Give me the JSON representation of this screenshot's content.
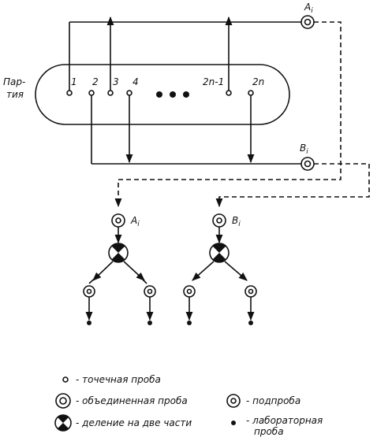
{
  "labels": {
    "batch": [
      "Пар-",
      "тия"
    ],
    "increments": [
      "1",
      "2",
      "3",
      "4",
      "2n-1",
      "2n"
    ],
    "a_top": "A",
    "b_top": "B",
    "a_bottom": "A",
    "b_bottom": "B",
    "subscript": "i"
  },
  "legend": {
    "point_sample": "- точечная проба",
    "combined_sample": "- объединенная проба",
    "split_two": "- деление на две части",
    "subsample": "- подпроба",
    "lab_sample": [
      "- лабораторная",
      "проба"
    ]
  }
}
